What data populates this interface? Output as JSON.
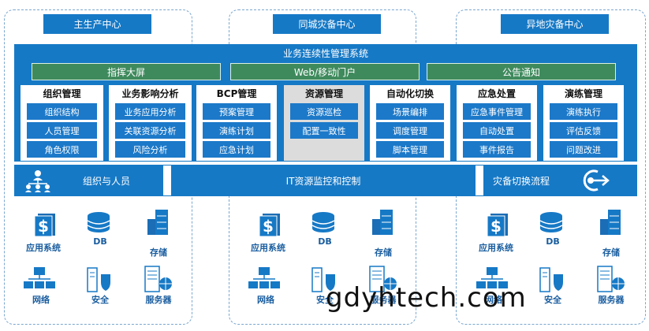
{
  "regions": {
    "main": "主生产中心",
    "same_city": "同城灾备中心",
    "remote": "异地灾备中心"
  },
  "system_title": "业务连续性管理系统",
  "portals": [
    "指挥大屏",
    "Web/移动门户",
    "公告通知"
  ],
  "modules": [
    {
      "title": "组织管理",
      "items": [
        "组织结构",
        "人员管理",
        "角色权限"
      ]
    },
    {
      "title": "业务影响分析",
      "items": [
        "业务应用分析",
        "关联资源分析",
        "风险分析"
      ]
    },
    {
      "title": "BCP管理",
      "items": [
        "预案管理",
        "演练计划",
        "应急计划"
      ]
    },
    {
      "title": "资源管理",
      "items": [
        "资源巡检",
        "配置一致性"
      ]
    },
    {
      "title": "自动化切换",
      "items": [
        "场景编排",
        "调度管理",
        "脚本管理"
      ]
    },
    {
      "title": "应急处置",
      "items": [
        "应急事件管理",
        "自动处置",
        "事件报告"
      ]
    },
    {
      "title": "演练管理",
      "items": [
        "演练执行",
        "评估反馈",
        "问题改进"
      ]
    }
  ],
  "bottom_bar": {
    "left": "组织与人员",
    "center": "IT资源监控和控制",
    "right": "灾备切换流程"
  },
  "resources": [
    "应用系统",
    "DB",
    "存储",
    "网络",
    "安全",
    "服务器"
  ],
  "watermark": "gdyhtech.com",
  "colors": {
    "primary": "#1679c6",
    "green": "#3f8a5d",
    "dash": "#7aa7cf",
    "module_bg_grey": "#dcdcdc"
  },
  "icons": [
    "people-network-icon",
    "target-arrow-icon",
    "dollar-document-icon",
    "database-icon",
    "storage-icon",
    "network-icon",
    "shield-icon",
    "server-icon"
  ]
}
